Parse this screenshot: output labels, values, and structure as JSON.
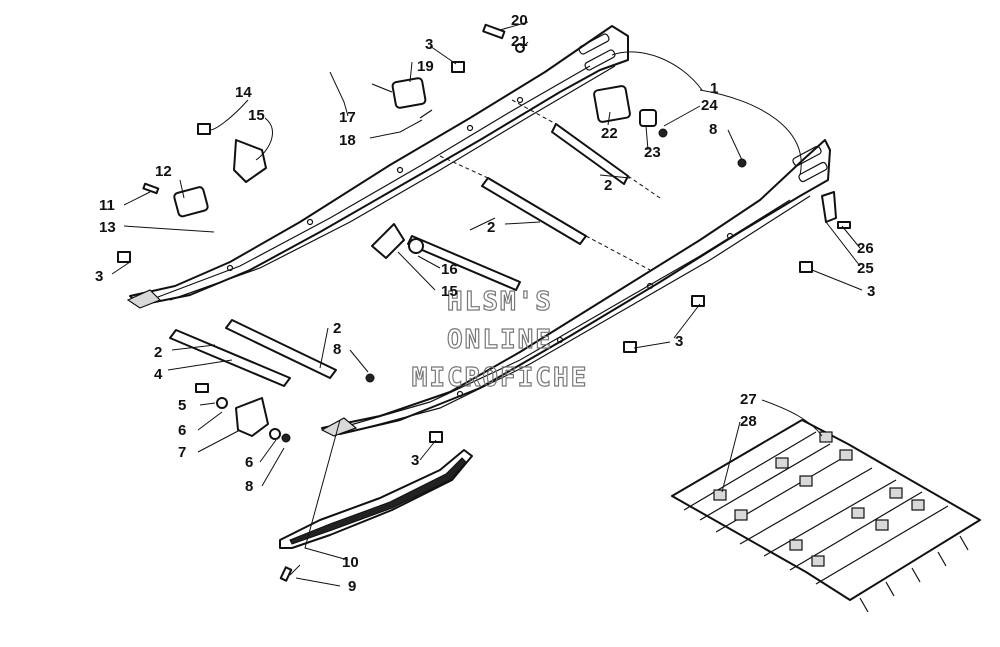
{
  "watermark": {
    "line1": "HLSM'S",
    "line2": "ONLINE",
    "line3": "MICROFICHE"
  },
  "callouts": {
    "c1": "1",
    "c2a": "2",
    "c2b": "2",
    "c2c": "2",
    "c2d": "2",
    "c3a": "3",
    "c3b": "3",
    "c3c": "3",
    "c3d": "3",
    "c3e": "3",
    "c4": "4",
    "c5": "5",
    "c6a": "6",
    "c6b": "6",
    "c7": "7",
    "c8a": "8",
    "c8b": "8",
    "c8c": "8",
    "c9": "9",
    "c10": "10",
    "c11": "11",
    "c12": "12",
    "c13": "13",
    "c14": "14",
    "c15a": "15",
    "c15b": "15",
    "c16": "16",
    "c17": "17",
    "c18": "18",
    "c19": "19",
    "c20": "20",
    "c21": "21",
    "c22": "22",
    "c23": "23",
    "c24": "24",
    "c25": "25",
    "c26": "26",
    "c27": "27",
    "c28": "28"
  }
}
